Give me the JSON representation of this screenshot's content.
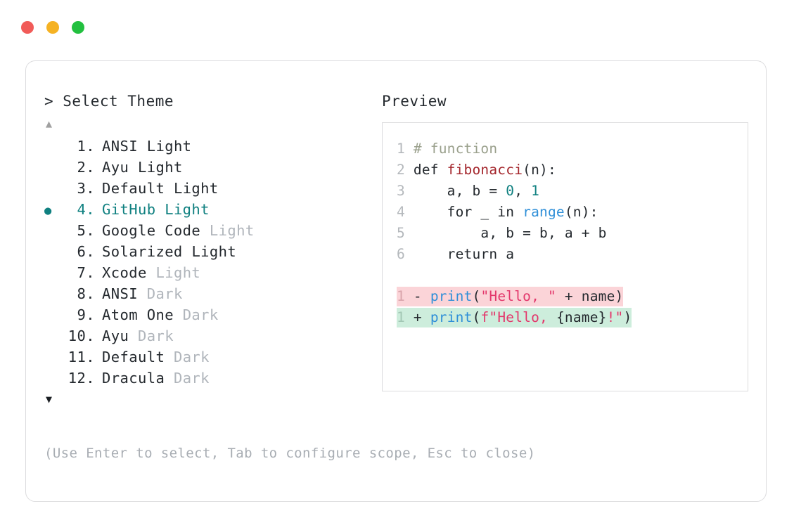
{
  "window": {
    "traffic_lights": [
      {
        "name": "close",
        "color": "#f15b58"
      },
      {
        "name": "minimize",
        "color": "#f5b223"
      },
      {
        "name": "maximize",
        "color": "#22c03f"
      }
    ]
  },
  "left": {
    "prompt_header": "> Select Theme",
    "scroll_up_icon": "▲",
    "scroll_down_icon": "▼",
    "selected_bullet": "●",
    "selected_index": 4,
    "accent_color": "#0f8080",
    "items": [
      {
        "num": "1.",
        "name": "ANSI",
        "suffix": "Light",
        "suffix_dim": false,
        "selected": false,
        "bullet": ""
      },
      {
        "num": "2.",
        "name": "Ayu",
        "suffix": "Light",
        "suffix_dim": false,
        "selected": false,
        "bullet": ""
      },
      {
        "num": "3.",
        "name": "Default",
        "suffix": "Light",
        "suffix_dim": false,
        "selected": false,
        "bullet": ""
      },
      {
        "num": "4.",
        "name": "GitHub",
        "suffix": "Light",
        "suffix_dim": false,
        "selected": true,
        "bullet": "●"
      },
      {
        "num": "5.",
        "name": "Google Code",
        "suffix": "Light",
        "suffix_dim": true,
        "selected": false,
        "bullet": ""
      },
      {
        "num": "6.",
        "name": "Solarized",
        "suffix": "Light",
        "suffix_dim": false,
        "selected": false,
        "bullet": ""
      },
      {
        "num": "7.",
        "name": "Xcode",
        "suffix": "Light",
        "suffix_dim": true,
        "selected": false,
        "bullet": ""
      },
      {
        "num": "8.",
        "name": "ANSI",
        "suffix": "Dark",
        "suffix_dim": true,
        "selected": false,
        "bullet": ""
      },
      {
        "num": "9.",
        "name": "Atom One",
        "suffix": "Dark",
        "suffix_dim": true,
        "selected": false,
        "bullet": ""
      },
      {
        "num": "10.",
        "name": "Ayu",
        "suffix": "Dark",
        "suffix_dim": true,
        "selected": false,
        "bullet": ""
      },
      {
        "num": "11.",
        "name": "Default",
        "suffix": "Dark",
        "suffix_dim": true,
        "selected": false,
        "bullet": ""
      },
      {
        "num": "12.",
        "name": "Dracula",
        "suffix": "Dark",
        "suffix_dim": true,
        "selected": false,
        "bullet": ""
      }
    ],
    "footer_hint": "(Use Enter to select, Tab to configure scope, Esc to close)"
  },
  "preview": {
    "title": "Preview",
    "code_lines": [
      {
        "ln": "1",
        "tokens": [
          {
            "t": "# function",
            "c": "comment"
          }
        ]
      },
      {
        "ln": "2",
        "tokens": [
          {
            "t": "def ",
            "c": "plain"
          },
          {
            "t": "fibonacci",
            "c": "func"
          },
          {
            "t": "(n):",
            "c": "plain"
          }
        ]
      },
      {
        "ln": "3",
        "tokens": [
          {
            "t": "    a, b = ",
            "c": "plain"
          },
          {
            "t": "0",
            "c": "num"
          },
          {
            "t": ", ",
            "c": "plain"
          },
          {
            "t": "1",
            "c": "num"
          }
        ]
      },
      {
        "ln": "4",
        "tokens": [
          {
            "t": "    for _ in ",
            "c": "plain"
          },
          {
            "t": "range",
            "c": "builtin"
          },
          {
            "t": "(n):",
            "c": "plain"
          }
        ]
      },
      {
        "ln": "5",
        "tokens": [
          {
            "t": "        a, b = b, a + b",
            "c": "plain"
          }
        ]
      },
      {
        "ln": "6",
        "tokens": [
          {
            "t": "    return a",
            "c": "plain"
          }
        ]
      }
    ],
    "diff_lines": [
      {
        "kind": "del",
        "ln": "1",
        "mark": "-",
        "tokens": [
          {
            "t": "print",
            "c": "print"
          },
          {
            "t": "(",
            "c": "plain"
          },
          {
            "t": "\"Hello, \"",
            "c": "str"
          },
          {
            "t": " + name)",
            "c": "plain"
          }
        ]
      },
      {
        "kind": "add",
        "ln": "1",
        "mark": "+",
        "tokens": [
          {
            "t": "print",
            "c": "print"
          },
          {
            "t": "(",
            "c": "plain"
          },
          {
            "t": "f\"Hello, ",
            "c": "str"
          },
          {
            "t": "{name}",
            "c": "plain"
          },
          {
            "t": "!\"",
            "c": "str"
          },
          {
            "t": ")",
            "c": "plain"
          }
        ]
      }
    ],
    "colors": {
      "comment": "#9aa08c",
      "function": "#a4262c",
      "number": "#0f8080",
      "builtin": "#2f8fd8",
      "string": "#e3376b",
      "diff_del_bg": "#fbd4d8",
      "diff_add_bg": "#cdeddc"
    }
  }
}
